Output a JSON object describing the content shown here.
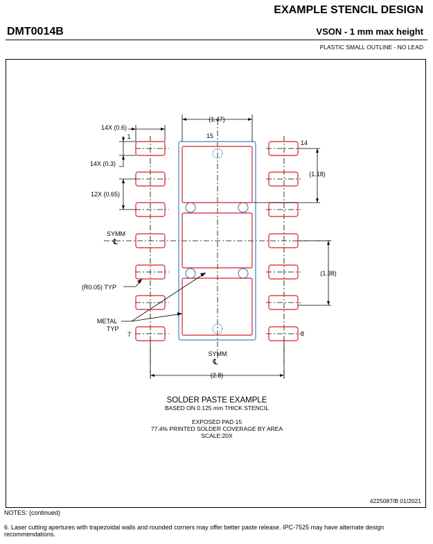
{
  "header": {
    "title": "EXAMPLE STENCIL DESIGN",
    "code": "DMT0014B",
    "package": "VSON - 1 mm max height",
    "subtitle": "PLASTIC SMALL OUTLINE - NO LEAD"
  },
  "drawing": {
    "dims": {
      "pad_width": "14X (0.6)",
      "pad_height": "14X (0.3)",
      "pitch": "12X (0.65)",
      "pad_span": "(1.47)",
      "upper_pad": "(1.18)",
      "mid_pitch": "(1.38)",
      "overall": "(2.8)"
    },
    "pins": {
      "one": "1",
      "seven": "7",
      "eight": "8",
      "fourteen": "14",
      "fifteen": "15"
    },
    "symm": "SYMM",
    "centerline": "℄",
    "radius": "(R0.05) TYP",
    "metal_1": "METAL",
    "metal_2": "TYP",
    "caption": {
      "title": "SOLDER PASTE EXAMPLE",
      "line1": "BASED ON 0.125 mm THICK STENCIL",
      "line2": "EXPOSED PAD 15",
      "line3": "77.4% PRINTED SOLDER COVERAGE BY AREA",
      "line4": "SCALE:20X"
    },
    "doc_id": "4225087/B   01/2021"
  },
  "notes": {
    "heading": "NOTES: (continued)",
    "item6": "6. Laser cutting apertures with trapezoidal walls and rounded corners may offer better paste release. IPC-7525 may have alternate design recommendations."
  },
  "colors": {
    "pad": "#d61f26",
    "via": "#3b82c4",
    "line": "#000000"
  }
}
